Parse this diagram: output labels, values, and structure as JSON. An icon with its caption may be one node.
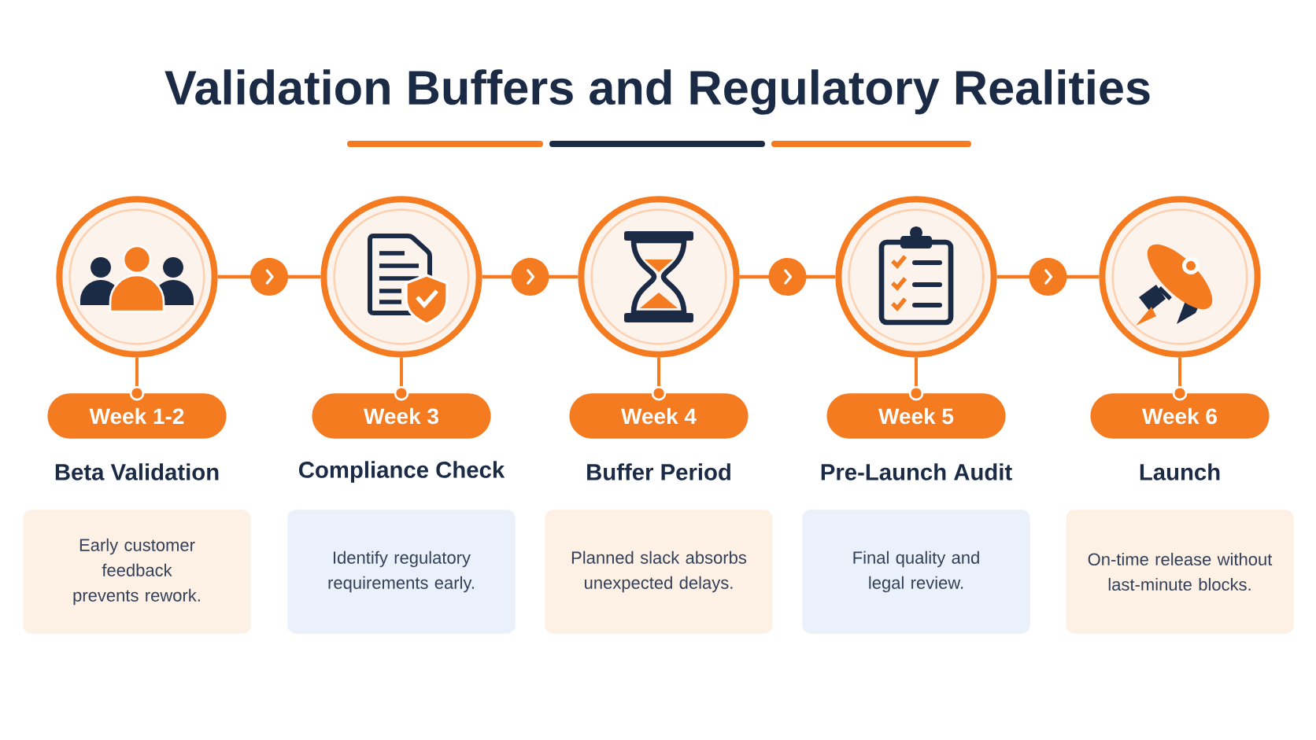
{
  "diagram": {
    "title": "Validation Buffers and Regulatory Realities",
    "nodes": [
      {
        "text": [],
        "shape": "circle"
      },
      {
        "text": [],
        "shape": "circle"
      },
      {
        "text": [],
        "shape": "circle"
      },
      {
        "text": [],
        "shape": "circle"
      },
      {
        "text": [],
        "shape": "circle"
      },
      {
        "text": [
          "Week 1-2"
        ]
      },
      {
        "text": [
          "Week 3"
        ]
      },
      {
        "text": [
          "Week 4"
        ]
      },
      {
        "text": [
          "Week 5"
        ]
      },
      {
        "text": [
          "Week 6"
        ]
      },
      {
        "text": [
          "Beta Validation",
          "Early customer feedback prevents rework."
        ]
      },
      {
        "text": [
          "Compliance Check",
          "Identify regulatory requirements early."
        ]
      },
      {
        "text": [
          "Buffer Period",
          "Planned slack absorbs unexpected delays."
        ]
      },
      {
        "text": [
          "Pre-Launch Audit",
          "Final quality and legal review."
        ]
      },
      {
        "text": [
          "Launch",
          "On-time release without last-minute blocks."
        ]
      }
    ],
    "edges": [
      {
        "from": 0,
        "to": 1,
        "arrow": "to"
      },
      {
        "from": 1,
        "to": 2,
        "arrow": "to"
      },
      {
        "from": 2,
        "to": 3,
        "arrow": "to"
      },
      {
        "from": 3,
        "to": 4,
        "arrow": "to"
      },
      {
        "from": 0,
        "to": 5,
        "arrow": "other"
      },
      {
        "from": 1,
        "to": 6,
        "arrow": "other"
      },
      {
        "from": 2,
        "to": 7,
        "arrow": "other"
      },
      {
        "from": 3,
        "to": 8,
        "arrow": "other"
      },
      {
        "from": 4,
        "to": 9,
        "arrow": "other"
      }
    ]
  }
}
